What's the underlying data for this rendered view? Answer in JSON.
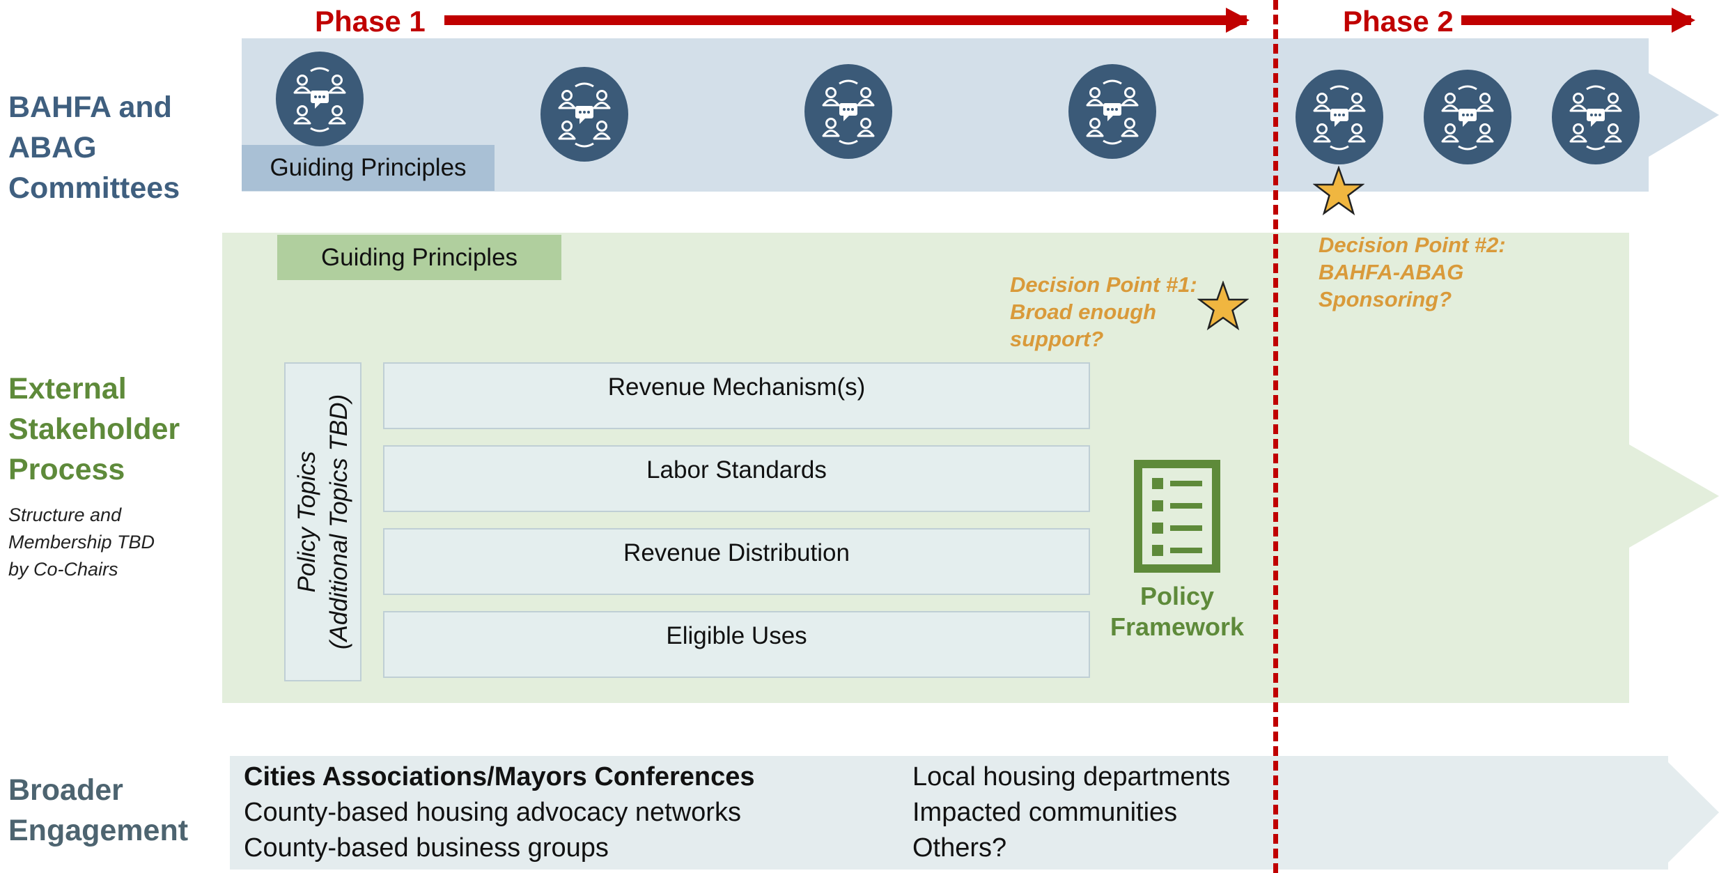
{
  "phases": [
    {
      "label": "Phase 1"
    },
    {
      "label": "Phase 2"
    }
  ],
  "rows": {
    "committees": {
      "label_lines": [
        "BAHFA and",
        "ABAG",
        "Committees"
      ],
      "guiding_principles": "Guiding Principles",
      "meeting_count": 7
    },
    "stakeholder": {
      "label_lines": [
        "External",
        "Stakeholder",
        "Process"
      ],
      "note_lines": [
        "Structure and",
        "Membership TBD",
        "by Co-Chairs"
      ],
      "guiding_principles": "Guiding Principles",
      "policy_topics_lines": [
        "Policy Topics",
        "(Additional Topics TBD)"
      ],
      "topics": [
        "Revenue Mechanism(s)",
        "Labor Standards",
        "Revenue Distribution",
        "Eligible Uses"
      ],
      "framework_lines": [
        "Policy",
        "Framework"
      ]
    },
    "engagement": {
      "label_lines": [
        "Broader",
        "Engagement"
      ],
      "left_items": [
        "Cities Associations/Mayors Conferences",
        "County-based housing advocacy networks",
        "County-based business groups"
      ],
      "right_items": [
        "Local housing departments",
        "Impacted communities",
        "Others?"
      ]
    }
  },
  "decisions": [
    {
      "lines": [
        "Decision Point #1:",
        "Broad enough",
        "support?"
      ]
    },
    {
      "lines": [
        "Decision Point #2:",
        "BAHFA-ABAG",
        "Sponsoring?"
      ]
    }
  ],
  "icons": {
    "meeting": "meeting-people-chat-icon",
    "star": "star-icon",
    "framework": "checklist-document-icon"
  },
  "colors": {
    "phase_red": "#c00000",
    "committee_band": "#d3dfe9",
    "stakeholder_band": "#e3eedc",
    "engagement_band": "#e4ecee",
    "meeting_circle": "#3b5a78",
    "decision_orange": "#d99a3a",
    "framework_green": "#5e8a3a"
  }
}
